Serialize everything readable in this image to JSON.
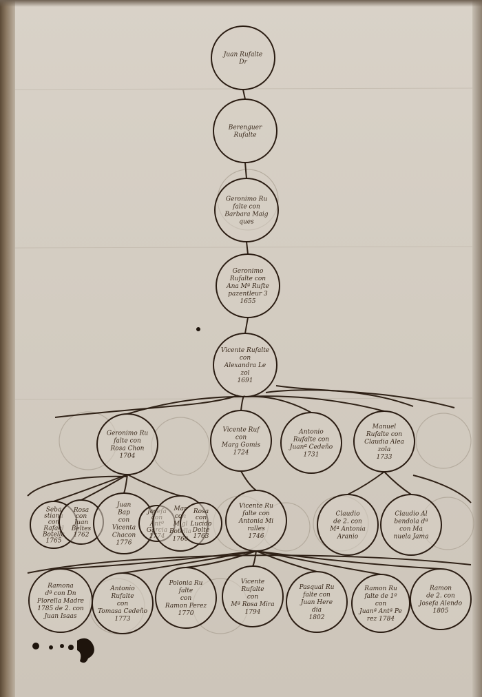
{
  "chain": [
    {
      "lines": [
        "Juan Rufalte",
        "Dr"
      ]
    },
    {
      "lines": [
        "Berenguer",
        "Rufalte"
      ]
    },
    {
      "lines": [
        "Geronimo Ru",
        "falte con",
        "Barbara Maig",
        "ques"
      ]
    },
    {
      "lines": [
        "Geronimo",
        "Rufalte con",
        "Ana Mª Rufte",
        "pazentleur 3",
        "1655"
      ]
    },
    {
      "lines": [
        "Vicente Rufalte",
        "con",
        "Alexandra Le",
        "zol",
        "1691"
      ]
    }
  ],
  "gen2": [
    {
      "lines": [
        "Geronimo Ru",
        "falte con",
        "Rosa Chon",
        "1704"
      ]
    },
    {
      "lines": [
        "Vicente Ruf",
        "con",
        "Marg Gomis",
        "1724"
      ]
    },
    {
      "lines": [
        "Antonio",
        "Rufalte con",
        "Juanª Cedeño",
        "1731"
      ]
    },
    {
      "lines": [
        "Manuel",
        "Rufalte con",
        "Claudia Alea",
        "zola",
        "1733"
      ]
    }
  ],
  "gen3": [
    {
      "lines": [
        "Seba",
        "stiana",
        "con",
        "Rafael",
        "Botella",
        "1765"
      ]
    },
    {
      "lines": [
        "Rosa",
        "con",
        "Juan",
        "Beltes",
        "1762"
      ]
    },
    {
      "lines": [
        "Juan",
        "Bap",
        "con",
        "Vicenta",
        "Chacon",
        "1776"
      ]
    },
    {
      "lines": [
        "Josefa",
        "con",
        "Antº",
        "Garcia",
        "1774"
      ]
    },
    {
      "lines": [
        "Mar",
        "con",
        "Migl",
        "Botella",
        "1760"
      ]
    },
    {
      "lines": [
        "Rosa",
        "con",
        "Lucido",
        "Dolte",
        "1763"
      ]
    },
    {
      "lines": [
        "Vicente Ru",
        "falte con",
        "Antonia Mi",
        "ralles",
        "1746"
      ]
    },
    {
      "lines": [
        "Claudio",
        "de 2. con",
        "Mª Antonia",
        "Aranio"
      ]
    },
    {
      "lines": [
        "Claudio Al",
        "bendola dª",
        "con Ma",
        "nuela Jama"
      ]
    }
  ],
  "gen4": [
    {
      "lines": [
        "Ramona",
        "dª con Dn",
        "Plorella Madre",
        "1785 de 2. con",
        "Juan Isaas"
      ]
    },
    {
      "lines": [
        "Antonio",
        "Rufalte",
        "con",
        "Tomasa Cedeño",
        "1773"
      ]
    },
    {
      "lines": [
        "Polonia Ru",
        "falte",
        "con",
        "Ramon Perez",
        "1770"
      ]
    },
    {
      "lines": [
        "Vicente",
        "Rufalte",
        "con",
        "Mª Rosa Mira",
        "1794"
      ]
    },
    {
      "lines": [
        "Pasqual Ru",
        "falte con",
        "Juan Here",
        "dia",
        "1802"
      ]
    },
    {
      "lines": [
        "Ramon Ru",
        "falte de 1º",
        "con",
        "Juanª Antª Pe",
        "rez 1784"
      ]
    },
    {
      "lines": [
        "Ramon",
        "de 2. con",
        "Josefa Alendo",
        "1805"
      ]
    }
  ]
}
